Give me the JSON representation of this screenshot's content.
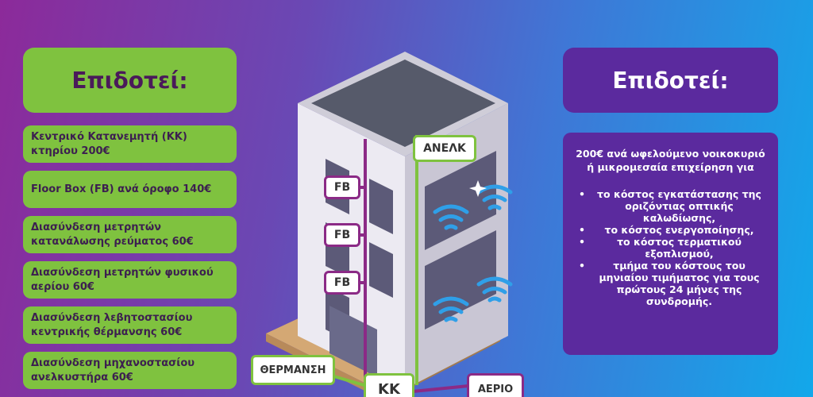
{
  "left": {
    "heading": "Επιδοτεί:",
    "items": [
      "Κεντρικό Κατανεμητή (ΚΚ) κτηρίου 200€",
      "Floor Box (FB) ανά όροφο 140€",
      "Διασύνδεση μετρητών κατανάλωσης ρεύματος 60€",
      "Διασύνδεση μετρητών φυσικού αερίου 60€",
      "Διασύνδεση λεβητοστασίου κεντρικής θέρμανσης 60€",
      "Διασύνδεση μηχανοστασίου ανελκυστήρα 60€"
    ]
  },
  "right": {
    "heading": "Επιδοτεί:",
    "intro": "200€ ανά ωφελούμενο νοικοκυριό ή μικρομεσαία επιχείρηση για",
    "bullets": [
      "το κόστος εγκατάστασης της οριζόντιας οπτικής καλωδίωσης,",
      "το κόστος ενεργοποίησης,",
      "το κόστος τερματικού εξοπλισμού,",
      "τμήμα του κόστους του μηνιαίου τιμήματος για τους πρώτους 24 μήνες της συνδρομής."
    ]
  },
  "building": {
    "labels": {
      "elevator": "ΑΝΕΛΚ",
      "fb1": "FB",
      "fb2": "FB",
      "fb3": "FB",
      "heating": "ΘΕΡΜΑΝΣΗ",
      "kk": "ΚΚ",
      "gas": "ΑΕΡΙΟ"
    }
  },
  "colors": {
    "green": "#7fc23f",
    "purple": "#5b2a9e",
    "cable": "#8b2a86",
    "wifi": "#2f9fe8"
  }
}
